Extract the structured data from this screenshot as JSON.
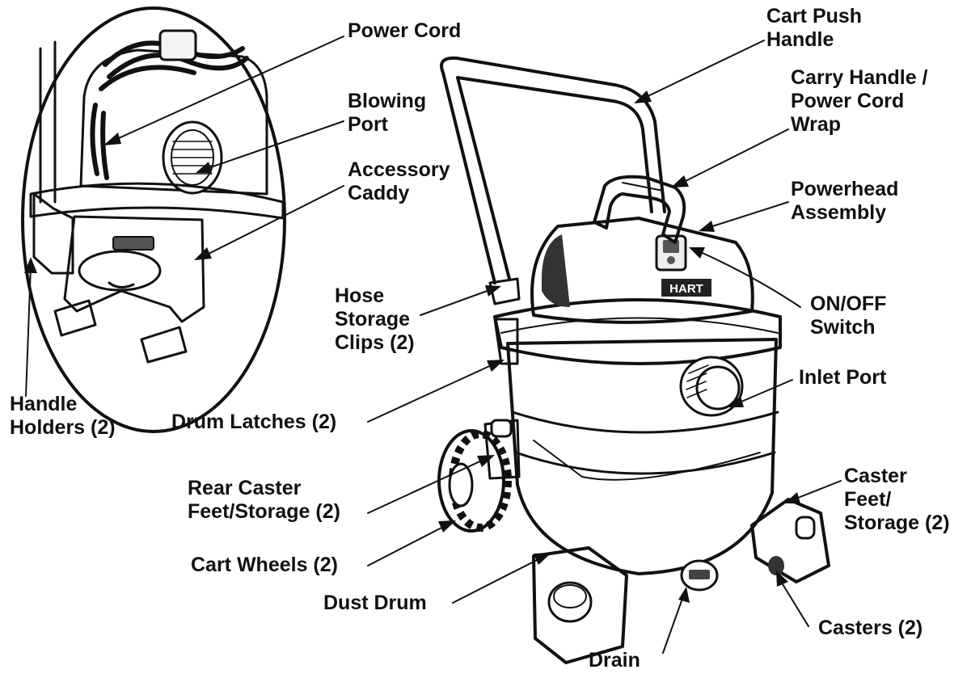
{
  "diagram": {
    "labels": {
      "power_cord": [
        "Power Cord"
      ],
      "blowing_port": [
        "Blowing",
        "Port"
      ],
      "accessory_caddy": [
        "Accessory",
        "Caddy"
      ],
      "handle_holders": [
        "Handle",
        "Holders (2)"
      ],
      "cart_push_handle": [
        "Cart Push",
        "Handle"
      ],
      "carry_handle": [
        "Carry Handle /",
        "Power Cord",
        "Wrap"
      ],
      "powerhead_assembly": [
        "Powerhead",
        "Assembly"
      ],
      "on_off_switch": [
        "ON/OFF",
        "Switch"
      ],
      "hose_storage_clips": [
        "Hose",
        "Storage",
        "Clips (2)"
      ],
      "inlet_port": [
        "Inlet Port"
      ],
      "drum_latches": [
        "Drum Latches (2)"
      ],
      "rear_caster_feet": [
        "Rear Caster",
        "Feet/Storage (2)"
      ],
      "caster_feet": [
        "Caster",
        "Feet/",
        "Storage (2)"
      ],
      "cart_wheels": [
        "Cart Wheels (2)"
      ],
      "dust_drum": [
        "Dust Drum"
      ],
      "casters": [
        "Casters (2)"
      ],
      "drain": [
        "Drain"
      ]
    },
    "brand_mark": "HART",
    "colors": {
      "ink": "#111111",
      "background": "#ffffff",
      "body_fill": "#ececec",
      "dark_fill": "#333333"
    }
  }
}
